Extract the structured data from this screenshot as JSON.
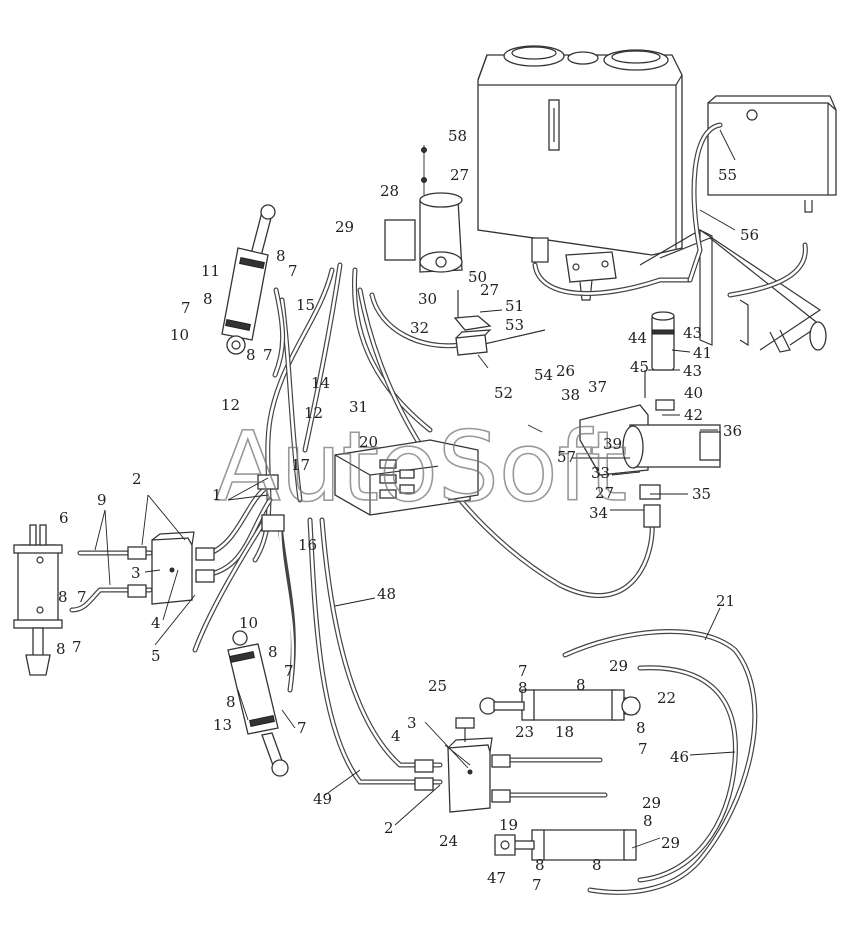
{
  "watermark": "AutoSoft",
  "callouts": [
    {
      "id": "c58",
      "text": "58"
    },
    {
      "id": "c27a",
      "text": "27"
    },
    {
      "id": "c28",
      "text": "28"
    },
    {
      "id": "c55",
      "text": "55"
    },
    {
      "id": "c56",
      "text": "56"
    },
    {
      "id": "c29a",
      "text": "29"
    },
    {
      "id": "c11",
      "text": "11"
    },
    {
      "id": "c8a",
      "text": "8"
    },
    {
      "id": "c7a",
      "text": "7"
    },
    {
      "id": "c15",
      "text": "15"
    },
    {
      "id": "c30",
      "text": "30"
    },
    {
      "id": "c50",
      "text": "50"
    },
    {
      "id": "c27b",
      "text": "27"
    },
    {
      "id": "c51",
      "text": "51"
    },
    {
      "id": "c53",
      "text": "53"
    },
    {
      "id": "c7b",
      "text": "7"
    },
    {
      "id": "c8b",
      "text": "8"
    },
    {
      "id": "c10a",
      "text": "10"
    },
    {
      "id": "c8c",
      "text": "8"
    },
    {
      "id": "c7c",
      "text": "7"
    },
    {
      "id": "c32",
      "text": "32"
    },
    {
      "id": "c44",
      "text": "44"
    },
    {
      "id": "c43a",
      "text": "43"
    },
    {
      "id": "c41",
      "text": "41"
    },
    {
      "id": "c43b",
      "text": "43"
    },
    {
      "id": "c54",
      "text": "54"
    },
    {
      "id": "c26",
      "text": "26"
    },
    {
      "id": "c52",
      "text": "52"
    },
    {
      "id": "c45",
      "text": "45"
    },
    {
      "id": "c40",
      "text": "40"
    },
    {
      "id": "c14",
      "text": "14"
    },
    {
      "id": "c31",
      "text": "31"
    },
    {
      "id": "c12a",
      "text": "12"
    },
    {
      "id": "c12b",
      "text": "12"
    },
    {
      "id": "c38",
      "text": "38"
    },
    {
      "id": "c37",
      "text": "37"
    },
    {
      "id": "c42",
      "text": "42"
    },
    {
      "id": "c36",
      "text": "36"
    },
    {
      "id": "c39",
      "text": "39"
    },
    {
      "id": "c20",
      "text": "20"
    },
    {
      "id": "c57",
      "text": "57"
    },
    {
      "id": "c17",
      "text": "17"
    },
    {
      "id": "c33",
      "text": "33"
    },
    {
      "id": "c2a",
      "text": "2"
    },
    {
      "id": "c1",
      "text": "1"
    },
    {
      "id": "c27c",
      "text": "27"
    },
    {
      "id": "c35",
      "text": "35"
    },
    {
      "id": "c6",
      "text": "6"
    },
    {
      "id": "c9",
      "text": "9"
    },
    {
      "id": "c34",
      "text": "34"
    },
    {
      "id": "c16",
      "text": "16"
    },
    {
      "id": "c3a",
      "text": "3"
    },
    {
      "id": "c8d",
      "text": "8"
    },
    {
      "id": "c7d",
      "text": "7"
    },
    {
      "id": "c4a",
      "text": "4"
    },
    {
      "id": "c5",
      "text": "5"
    },
    {
      "id": "c8e",
      "text": "8"
    },
    {
      "id": "c7e",
      "text": "7"
    },
    {
      "id": "c48",
      "text": "48"
    },
    {
      "id": "c21",
      "text": "21"
    },
    {
      "id": "c10b",
      "text": "10"
    },
    {
      "id": "c8f",
      "text": "8"
    },
    {
      "id": "c7f",
      "text": "7"
    },
    {
      "id": "c29b",
      "text": "29"
    },
    {
      "id": "c8g",
      "text": "8"
    },
    {
      "id": "c8h",
      "text": "8"
    },
    {
      "id": "c7g",
      "text": "7"
    },
    {
      "id": "c22",
      "text": "22"
    },
    {
      "id": "c25",
      "text": "25"
    },
    {
      "id": "c8i",
      "text": "8"
    },
    {
      "id": "c13",
      "text": "13"
    },
    {
      "id": "c8j",
      "text": "8"
    },
    {
      "id": "c7h",
      "text": "7"
    },
    {
      "id": "c3b",
      "text": "3"
    },
    {
      "id": "c23",
      "text": "23"
    },
    {
      "id": "c18",
      "text": "18"
    },
    {
      "id": "c4b",
      "text": "4"
    },
    {
      "id": "c7i",
      "text": "7"
    },
    {
      "id": "c46",
      "text": "46"
    },
    {
      "id": "c49",
      "text": "49"
    },
    {
      "id": "c29c",
      "text": "29"
    },
    {
      "id": "c2b",
      "text": "2"
    },
    {
      "id": "c19",
      "text": "19"
    },
    {
      "id": "c8k",
      "text": "8"
    },
    {
      "id": "c24",
      "text": "24"
    },
    {
      "id": "c29d",
      "text": "29"
    },
    {
      "id": "c8l",
      "text": "8"
    },
    {
      "id": "c8m",
      "text": "8"
    },
    {
      "id": "c47",
      "text": "47"
    },
    {
      "id": "c7j",
      "text": "7"
    }
  ]
}
